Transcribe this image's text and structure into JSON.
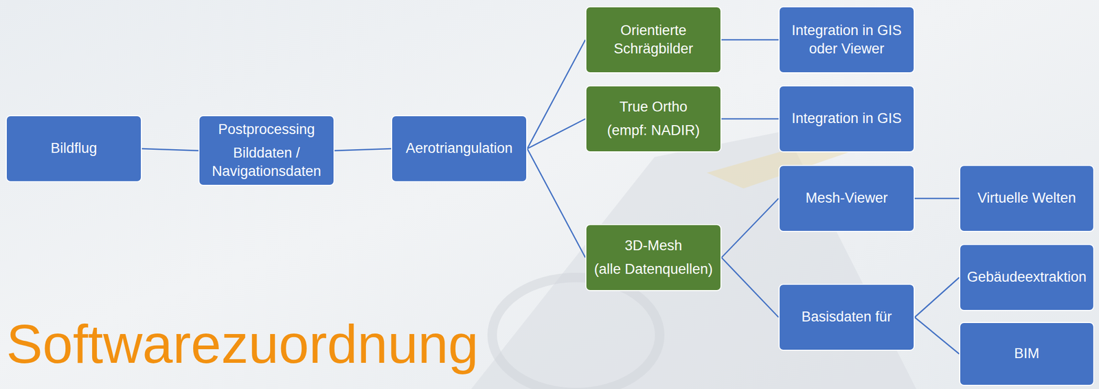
{
  "diagram": {
    "title": "Softwarezuordnung",
    "nodes": [
      {
        "text": [
          "Bildflug"
        ]
      },
      {
        "text": [
          "Postprocessing",
          "Bilddaten / Navigationsdaten"
        ]
      },
      {
        "text": [
          "Aerotriangulation"
        ]
      },
      {
        "text": [
          "Orientierte Schrägbilder"
        ]
      },
      {
        "text": [
          "True Ortho",
          "(empf: NADIR)"
        ]
      },
      {
        "text": [
          "3D-Mesh",
          "(alle Datenquellen)"
        ]
      },
      {
        "text": [
          "Integration in GIS oder Viewer"
        ]
      },
      {
        "text": [
          "Integration in GIS"
        ]
      },
      {
        "text": [
          "Mesh-Viewer"
        ]
      },
      {
        "text": [
          "Basisdaten für"
        ]
      },
      {
        "text": [
          "Virtuelle Welten"
        ]
      },
      {
        "text": [
          "Gebäudeextraktion"
        ]
      },
      {
        "text": [
          "BIM"
        ]
      }
    ],
    "edges": [
      {
        "from": 0,
        "to": 1,
        "arrow": "none"
      },
      {
        "from": 1,
        "to": 2,
        "arrow": "none"
      },
      {
        "from": 2,
        "to": 3,
        "arrow": "none"
      },
      {
        "from": 2,
        "to": 4,
        "arrow": "none"
      },
      {
        "from": 2,
        "to": 5,
        "arrow": "none"
      },
      {
        "from": 3,
        "to": 6,
        "arrow": "none"
      },
      {
        "from": 4,
        "to": 7,
        "arrow": "none"
      },
      {
        "from": 5,
        "to": 8,
        "arrow": "none"
      },
      {
        "from": 5,
        "to": 9,
        "arrow": "none"
      },
      {
        "from": 8,
        "to": 10,
        "arrow": "none"
      },
      {
        "from": 9,
        "to": 11,
        "arrow": "none"
      },
      {
        "from": 9,
        "to": 12,
        "arrow": "none"
      }
    ]
  }
}
